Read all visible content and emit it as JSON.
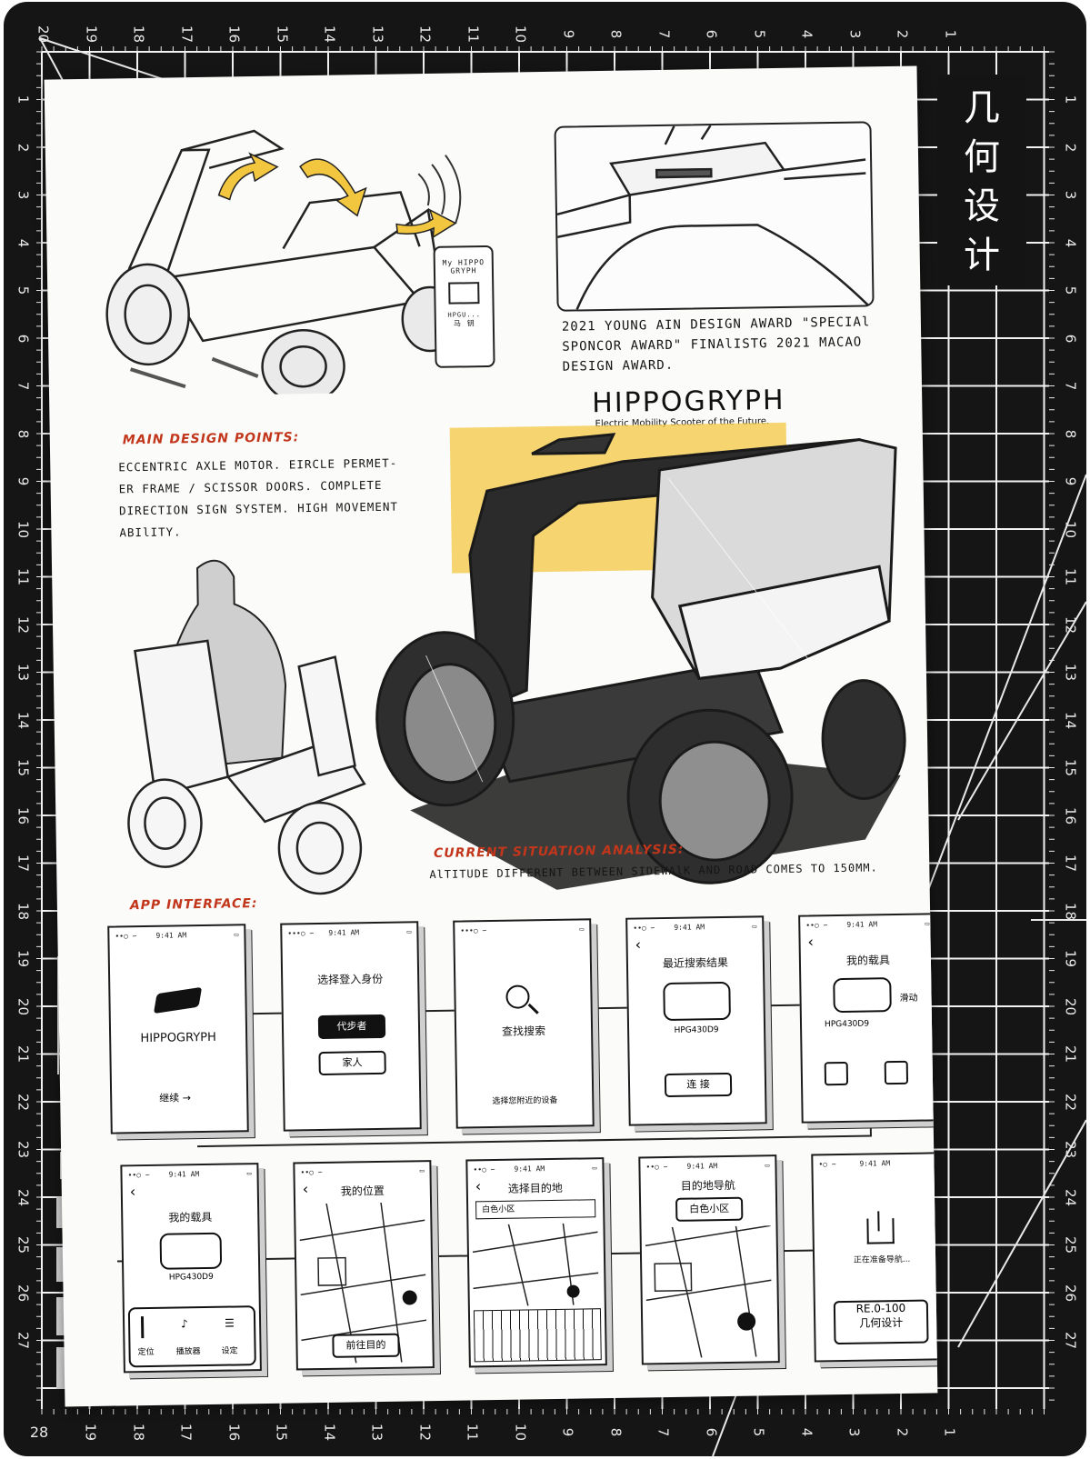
{
  "ruler": {
    "top_numbers": [
      "20",
      "19",
      "18",
      "17",
      "16",
      "15",
      "14",
      "13",
      "12",
      "11",
      "10",
      "9",
      "8",
      "7",
      "6",
      "5",
      "4",
      "3",
      "2",
      "1"
    ],
    "bottom_numbers": [
      "20",
      "19",
      "18",
      "17",
      "16",
      "15",
      "14",
      "13",
      "12",
      "11",
      "10",
      "9",
      "8",
      "7",
      "6",
      "5",
      "4",
      "3",
      "2",
      "1"
    ],
    "side_numbers": [
      "1",
      "2",
      "3",
      "4",
      "5",
      "6",
      "7",
      "8",
      "9",
      "10",
      "11",
      "12",
      "13",
      "14",
      "15",
      "16",
      "17",
      "18",
      "19",
      "20",
      "21",
      "22",
      "23",
      "24",
      "25",
      "26",
      "27"
    ],
    "corner_label": "28"
  },
  "badge": {
    "chars": [
      "几",
      "何",
      "设",
      "计"
    ]
  },
  "sheet": {
    "award_text": [
      "2021 YOUNG AIN DESIGN AWARD \"SPECIAl",
      "SPONCOR AWARD\"  FINAlISTG 2021 MACAO",
      "DESIGN AWARD."
    ],
    "product_name": "HIPPOGRYPH",
    "product_tagline": "Electric Mobility Scooter of the Future.",
    "phone_sketch_text": [
      "My HIPPO",
      "GRYPH",
      "HPGU...",
      "马 钥"
    ],
    "design_points": {
      "heading": "MAIN DESIGN POINTS:",
      "lines": [
        "ECCENTRIC AXLE MOTOR. EIRCLE PERMET-",
        "ER FRAME / SCISSOR DOORS. COMPLETE",
        "DIRECTION SIGN SYSTEM. HIGH MOVEMENT",
        "ABIlITY."
      ]
    },
    "situation": {
      "heading": "CURRENT SITUATION ANALYSIS:",
      "line": "AlTITUDE DIFFERENT BETWEEN SIDEWAlK AND ROAD COMES TO 150MM."
    },
    "app": {
      "heading": "APP INTERFACE:",
      "row1": [
        {
          "status_time": "9:41 AM",
          "title": "HIPPOGRYPH",
          "footer": "继续 →"
        },
        {
          "status_time": "9:41 AM",
          "title": "选择登入身份",
          "btn1": "代步者",
          "btn2": "家人"
        },
        {
          "status_time": "",
          "title": "查找搜索",
          "footer": "选择您附近的设备"
        },
        {
          "status_time": "9:41 AM",
          "title": "最近搜索结果",
          "code": "HPG430D9",
          "btn1": "连 接"
        },
        {
          "status_time": "9:41 AM",
          "title": "我的载具",
          "code": "HPG430D9",
          "side": "滑动"
        }
      ],
      "row2": [
        {
          "status_time": "9:41 AM",
          "title": "我的载具",
          "code": "HPG430D9",
          "labels": [
            "定位",
            "播放器",
            "设定"
          ]
        },
        {
          "status_time": "",
          "title": "我的位置",
          "btn1": "前往目的"
        },
        {
          "status_time": "9:41 AM",
          "title": "选择目的地",
          "field": "白色小区"
        },
        {
          "status_time": "9:41 AM",
          "title": "目的地导航",
          "btn1": "白色小区"
        },
        {
          "status_time": "9:41 AM",
          "title": "正在准备导航...",
          "footer": "RE.0-100",
          "brand": "几何设计"
        }
      ]
    }
  },
  "colors": {
    "mat": "#151515",
    "grid": "#ffffff",
    "accent_red": "#c2361b",
    "marker_yellow": "#f4c843"
  }
}
